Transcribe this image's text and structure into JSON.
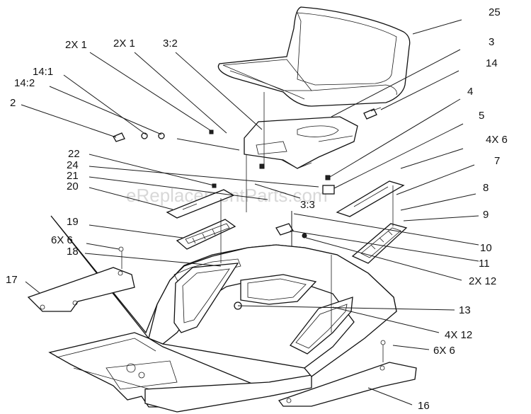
{
  "watermark": "eReplacementParts.com",
  "callouts": {
    "c25": "25",
    "c3": "3",
    "c14": "14",
    "c4": "4",
    "c5": "5",
    "c4x6": "4X 6",
    "c7": "7",
    "c8": "8",
    "c9": "9",
    "c10": "10",
    "c11": "11",
    "c2x12": "2X 12",
    "c13": "13",
    "c4x12": "4X 12",
    "c6x6r": "6X 6",
    "c16": "16",
    "c2x1a": "2X 1",
    "c2x1b": "2X 1",
    "c32": "3:2",
    "c141": "14:1",
    "c142": "14:2",
    "c2": "2",
    "c22": "22",
    "c24": "24",
    "c21": "21",
    "c20": "20",
    "c33": "3:3",
    "c19": "19",
    "c6x6l": "6X 6",
    "c18": "18",
    "c17": "17"
  }
}
